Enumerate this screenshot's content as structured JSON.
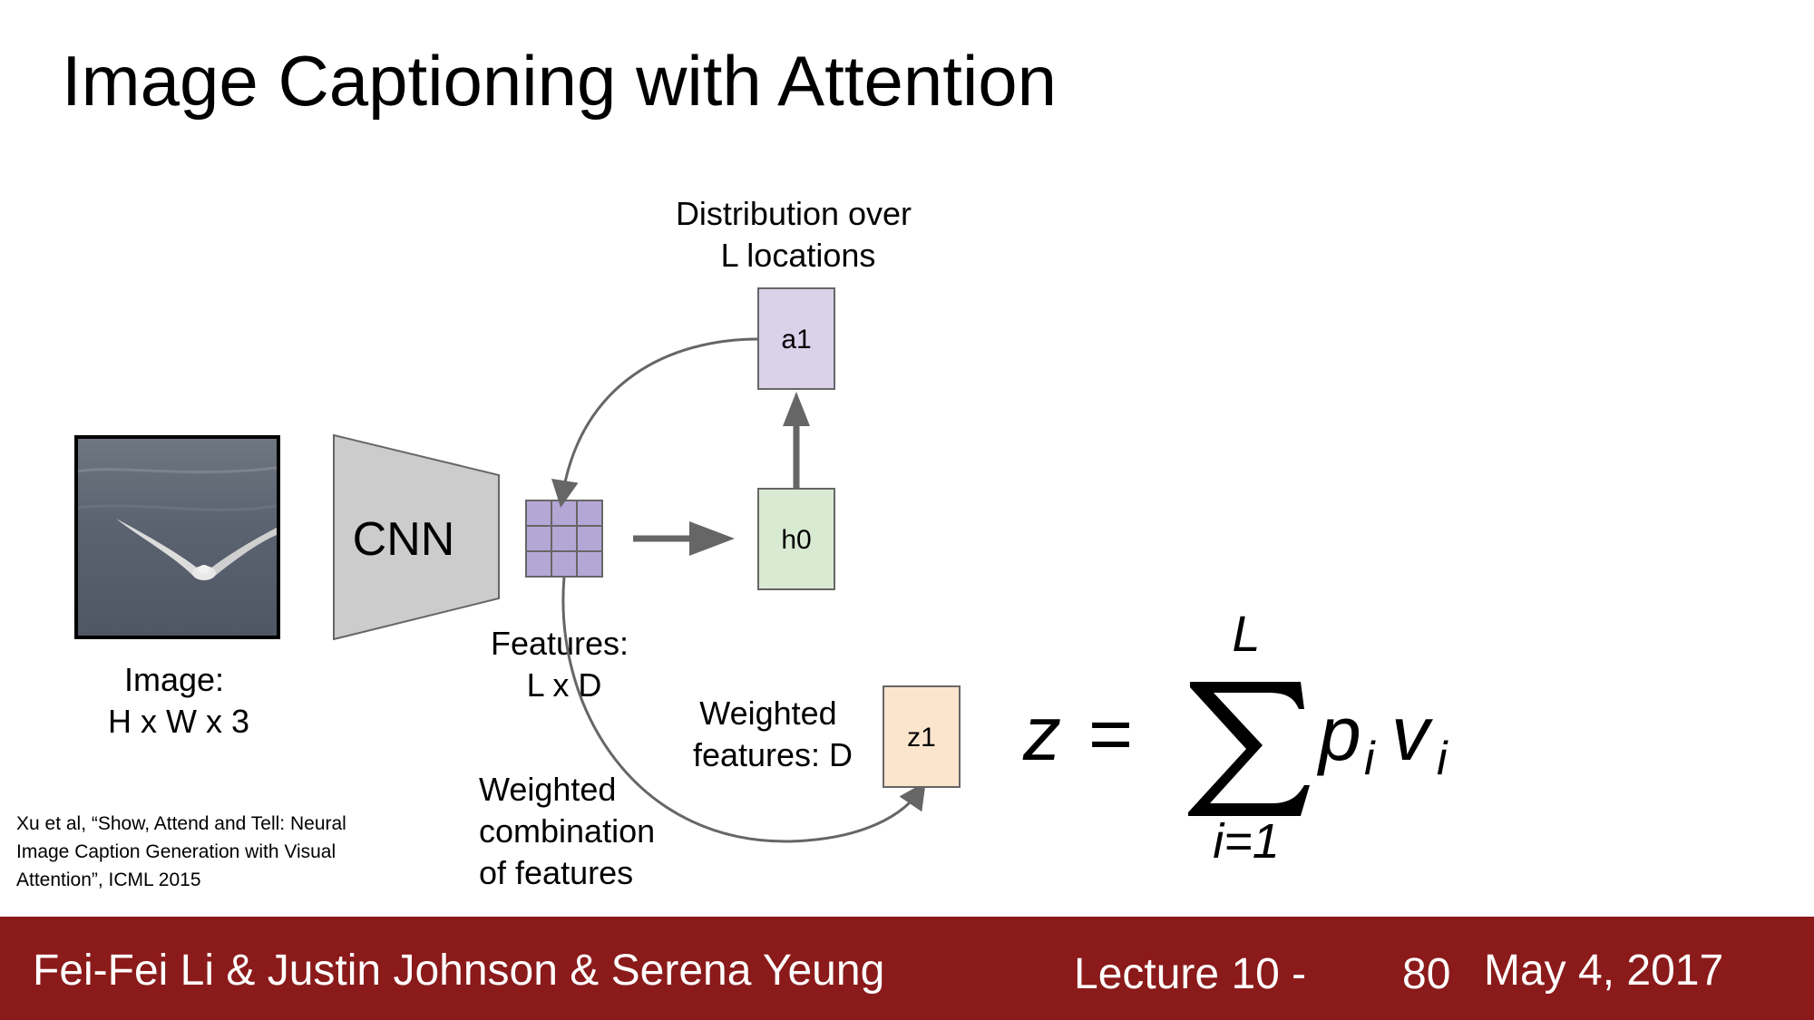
{
  "slide": {
    "title": "Image Captioning with Attention",
    "image_label": [
      "Image:",
      "H x W x 3"
    ],
    "cnn_label": "CNN",
    "features_label": [
      "Features:",
      "L x D"
    ],
    "distribution_label": [
      "Distribution over",
      "L locations"
    ],
    "a1_label": "a1",
    "h0_label": "h0",
    "z1_label": "z1",
    "weighted_features_label": [
      "Weighted",
      "features: D"
    ],
    "weighted_combination_label": [
      "Weighted",
      "combination",
      "of features"
    ],
    "citation": [
      "Xu et al, “Show, Attend and Tell: Neural",
      "Image Caption Generation with Visual",
      "Attention”, ICML 2015"
    ],
    "formula": {
      "lhs": "z",
      "equals": "=",
      "upper": "L",
      "lower": "i=1",
      "term_p": "p",
      "term_v": "v",
      "subscript": "i"
    }
  },
  "footer": {
    "authors": "Fei-Fei Li & Justin Johnson & Serena Yeung",
    "lecture": "Lecture 10 -",
    "page": "80",
    "date": "May 4, 2017"
  },
  "colors": {
    "footer_bg": "#8b1a1a",
    "feature_grid": "#b4a7d6",
    "a1_box": "#d9d2e9",
    "h0_box": "#d9ead3",
    "z1_box": "#fce5cd",
    "cnn_fill": "#cccccc",
    "arrow": "#666666",
    "water": "#5a6170"
  }
}
